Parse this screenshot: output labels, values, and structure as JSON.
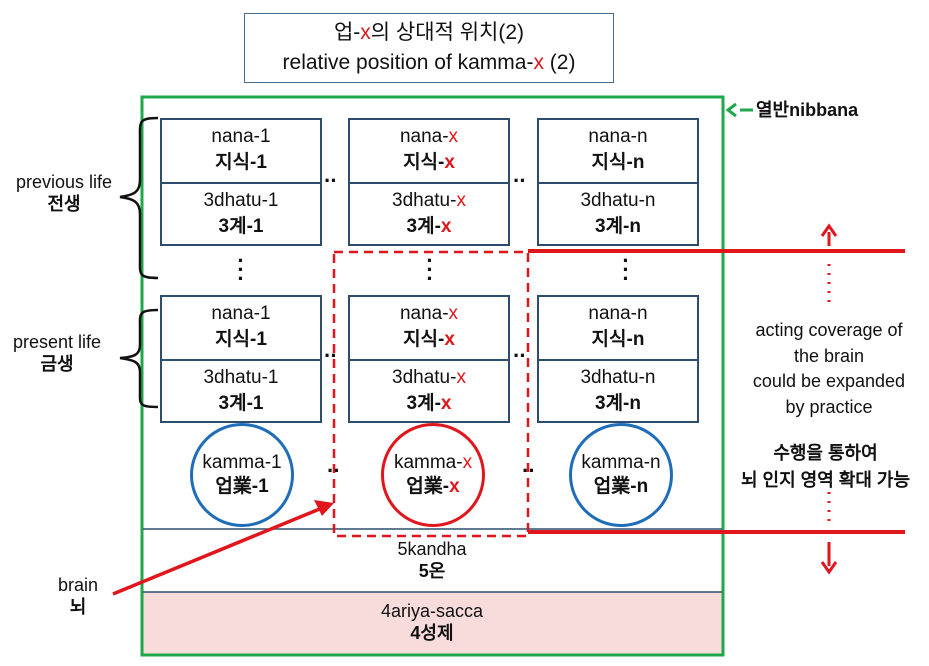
{
  "title": {
    "ko_a": "업-",
    "x": "x",
    "ko_b": "의 상대적 위치(2)",
    "en_a": "relative position of kamma-",
    "en_b": " (2)"
  },
  "nibbana_label": "열반nibbana",
  "previous_life": {
    "en": "previous life",
    "ko": "전생"
  },
  "present_life": {
    "en": "present life",
    "ko": "금생"
  },
  "columns": [
    {
      "nana_en": "nana-1",
      "nana_ko": "지식-1",
      "dhatu_en": "3dhatu-1",
      "dhatu_ko": "3계-1",
      "kamma_en": "kamma-1",
      "kamma_ko": "업業-1"
    },
    {
      "nana_en": "nana-x",
      "nana_ko": "지식-x",
      "dhatu_en": "3dhatu-x",
      "dhatu_ko": "3계-x",
      "kamma_en": "kamma-x",
      "kamma_ko": "업業-x"
    },
    {
      "nana_en": "nana-n",
      "nana_ko": "지식-n",
      "dhatu_en": "3dhatu-n",
      "dhatu_ko": "3계-n",
      "kamma_en": "kamma-n",
      "kamma_ko": "업業-n"
    }
  ],
  "kandha": {
    "en": "5kandha",
    "ko": "5온"
  },
  "sacca": {
    "en": "4ariya-sacca",
    "ko": "4성제"
  },
  "brain": {
    "en": "brain",
    "ko": "뇌"
  },
  "coverage_en": [
    "acting coverage of",
    "the brain",
    "could be expanded",
    "by practice"
  ],
  "coverage_ko": [
    "수행을 통하여",
    "뇌 인지 영역 확대 가능"
  ],
  "colors": {
    "green": "#1fa84a",
    "red": "#e0161c",
    "navy": "#2e4d6e",
    "blue": "#1f6db8",
    "pink": "#f8dcdc"
  }
}
